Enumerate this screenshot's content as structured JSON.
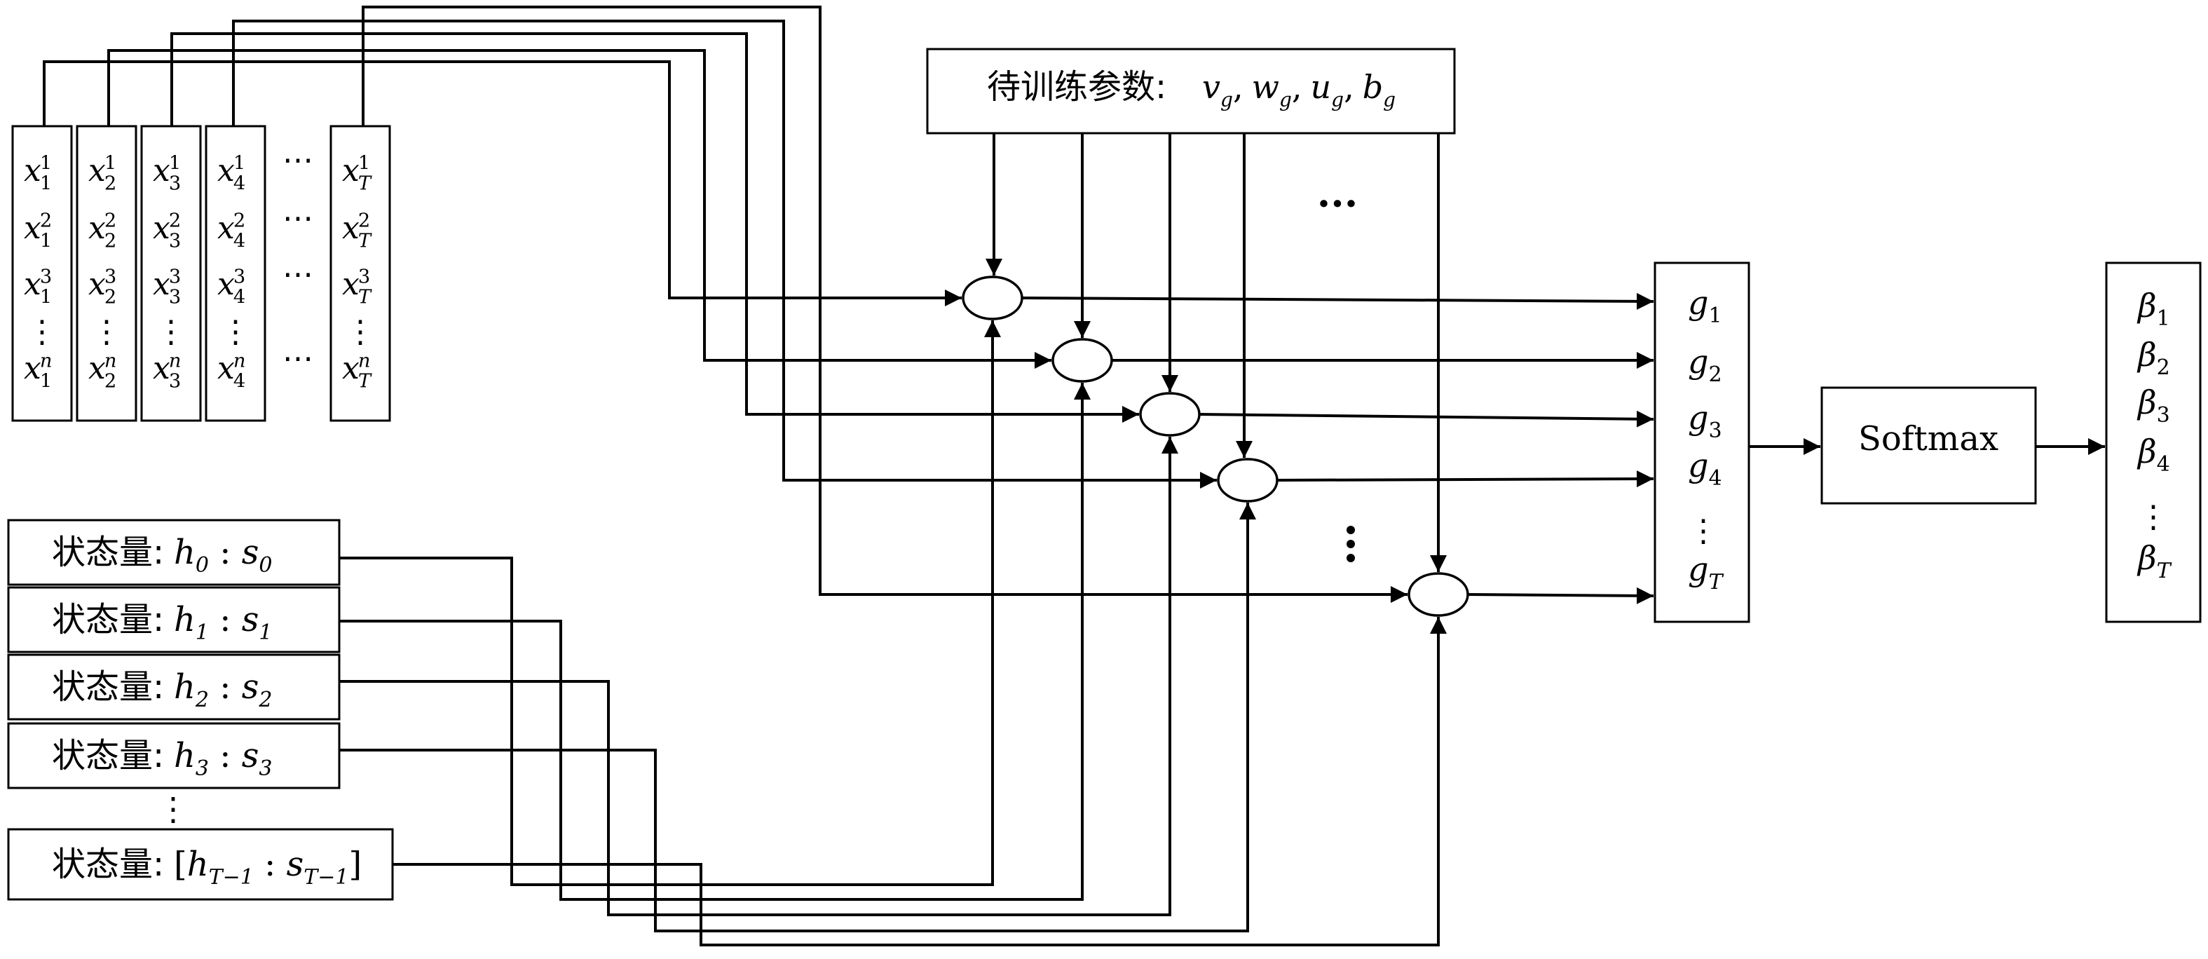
{
  "params_box": {
    "label": "待训练参数:",
    "params": [
      {
        "base": "v",
        "sub": "g",
        "sep": ","
      },
      {
        "base": "w",
        "sub": "g",
        "sep": ","
      },
      {
        "base": "u",
        "sub": "g",
        "sep": ","
      },
      {
        "base": "b",
        "sub": "g",
        "sep": ""
      }
    ]
  },
  "input_columns": [
    {
      "sub": "1"
    },
    {
      "sub": "2"
    },
    {
      "sub": "3"
    },
    {
      "sub": "4"
    },
    {
      "sub": "T"
    }
  ],
  "input_superscripts": [
    "1",
    "2",
    "3",
    "n"
  ],
  "column_ellipsis": "⋯",
  "vertical_ellipsis": "⋮",
  "state_boxes": [
    {
      "label": "状态量:",
      "h": "0",
      "s": "0",
      "bracketed": false
    },
    {
      "label": "状态量:",
      "h": "1",
      "s": "1",
      "bracketed": false
    },
    {
      "label": "状态量:",
      "h": "2",
      "s": "2",
      "bracketed": false
    },
    {
      "label": "状态量:",
      "h": "3",
      "s": "3",
      "bracketed": false
    },
    {
      "label": "状态量:",
      "h": "T−1",
      "s": "T−1",
      "bracketed": true
    }
  ],
  "g_outputs": [
    "1",
    "2",
    "3",
    "4",
    "T"
  ],
  "softmax_label": "Softmax",
  "beta_outputs": [
    "1",
    "2",
    "3",
    "4",
    "T"
  ],
  "ellipsis_mid": "···",
  "ellipsis_vert_dots": "⋮"
}
